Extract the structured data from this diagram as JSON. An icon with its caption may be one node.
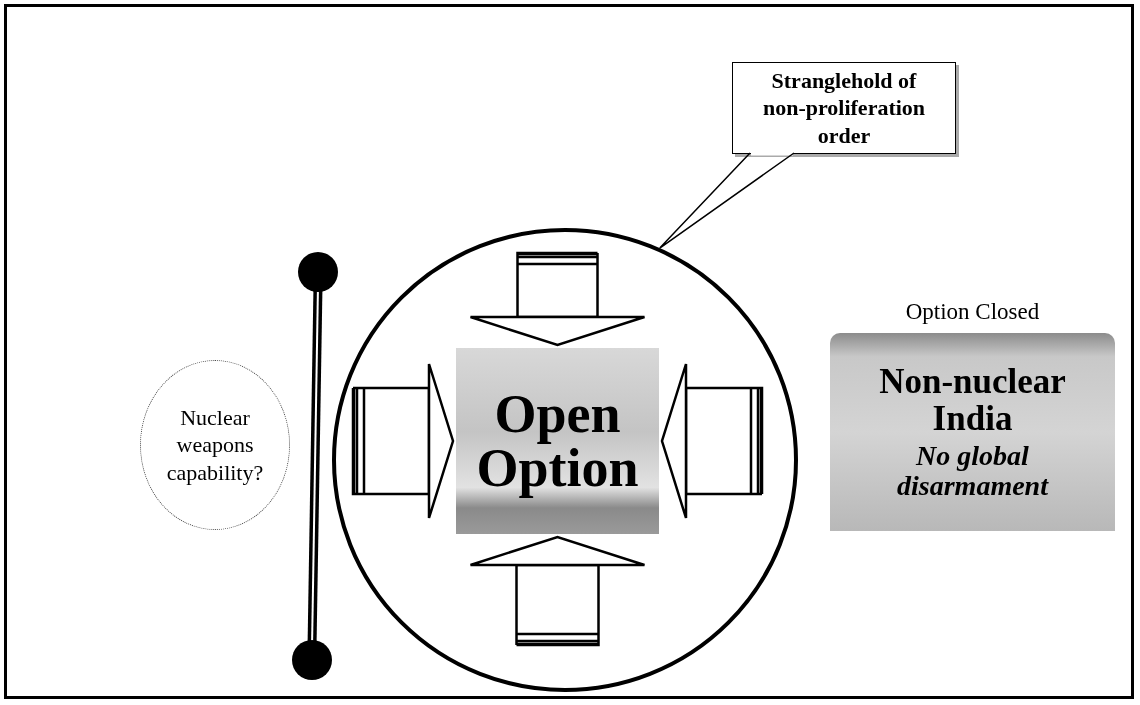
{
  "diagram": {
    "nodes": [
      {
        "text": [
          "Nuclear weapons capability?"
        ]
      },
      {
        "text": [],
        "shape": "circle"
      },
      {
        "text": [
          "Open Option"
        ],
        "in": 1
      },
      {
        "text": [
          "Option Closed",
          "Non-nuclear India",
          "No global disarmament"
        ]
      },
      {
        "text": [
          "Stranglehold of non-proliferation order"
        ]
      }
    ],
    "edges": [
      {
        "from": 4,
        "to": 1,
        "arrow": "none"
      },
      {
        "from": null,
        "to": 2,
        "arrow": "to"
      },
      {
        "from": null,
        "to": 2,
        "arrow": "to"
      },
      {
        "from": null,
        "to": 2,
        "arrow": "to"
      },
      {
        "from": null,
        "to": 2,
        "arrow": "to"
      }
    ]
  }
}
